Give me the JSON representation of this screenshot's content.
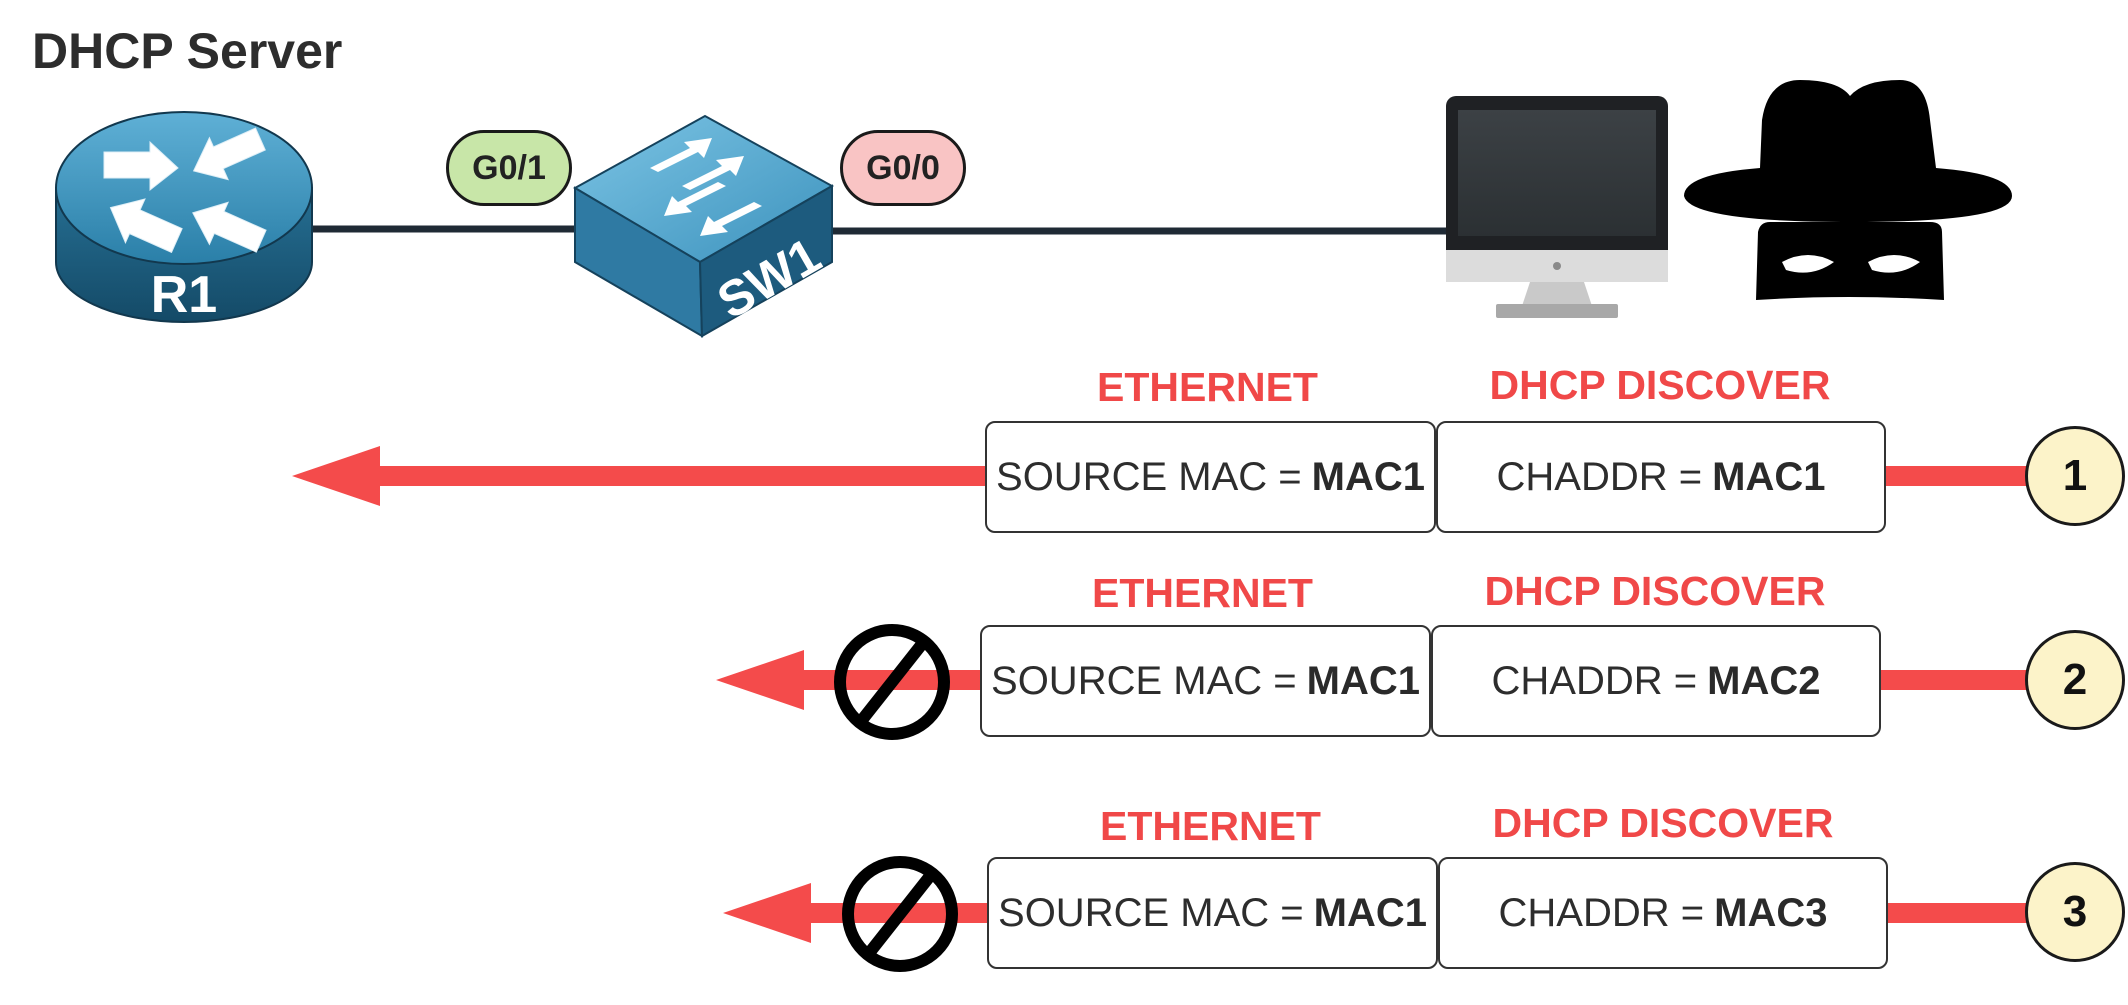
{
  "title": "DHCP Server",
  "devices": {
    "router_label": "R1",
    "switch_label": "SW1"
  },
  "ports": {
    "left": "G0/1",
    "right": "G0/0"
  },
  "colors": {
    "arrow": "#f44b4b",
    "header_text": "#f04848",
    "port_left_fill": "#c8e6a8",
    "port_right_fill": "#f9c4c4",
    "number_fill": "#fcf3c9",
    "cable": "#1f2a35"
  },
  "frames": [
    {
      "number": "1",
      "ethernet_header": "ETHERNET",
      "dhcp_header": "DHCP DISCOVER",
      "source_label": "SOURCE MAC =",
      "source_value": "MAC1",
      "chaddr_label": "CHADDR =",
      "chaddr_value": "MAC1",
      "blocked": false
    },
    {
      "number": "2",
      "ethernet_header": "ETHERNET",
      "dhcp_header": "DHCP DISCOVER",
      "source_label": "SOURCE MAC =",
      "source_value": "MAC1",
      "chaddr_label": "CHADDR =",
      "chaddr_value": "MAC2",
      "blocked": true
    },
    {
      "number": "3",
      "ethernet_header": "ETHERNET",
      "dhcp_header": "DHCP DISCOVER",
      "source_label": "SOURCE MAC =",
      "source_value": "MAC1",
      "chaddr_label": "CHADDR =",
      "chaddr_value": "MAC3",
      "blocked": true
    }
  ],
  "icons": {
    "router": "router-icon",
    "switch": "switch-icon",
    "computer": "computer-icon",
    "attacker": "spy-hacker-icon",
    "blocked": "no-entry-icon"
  }
}
